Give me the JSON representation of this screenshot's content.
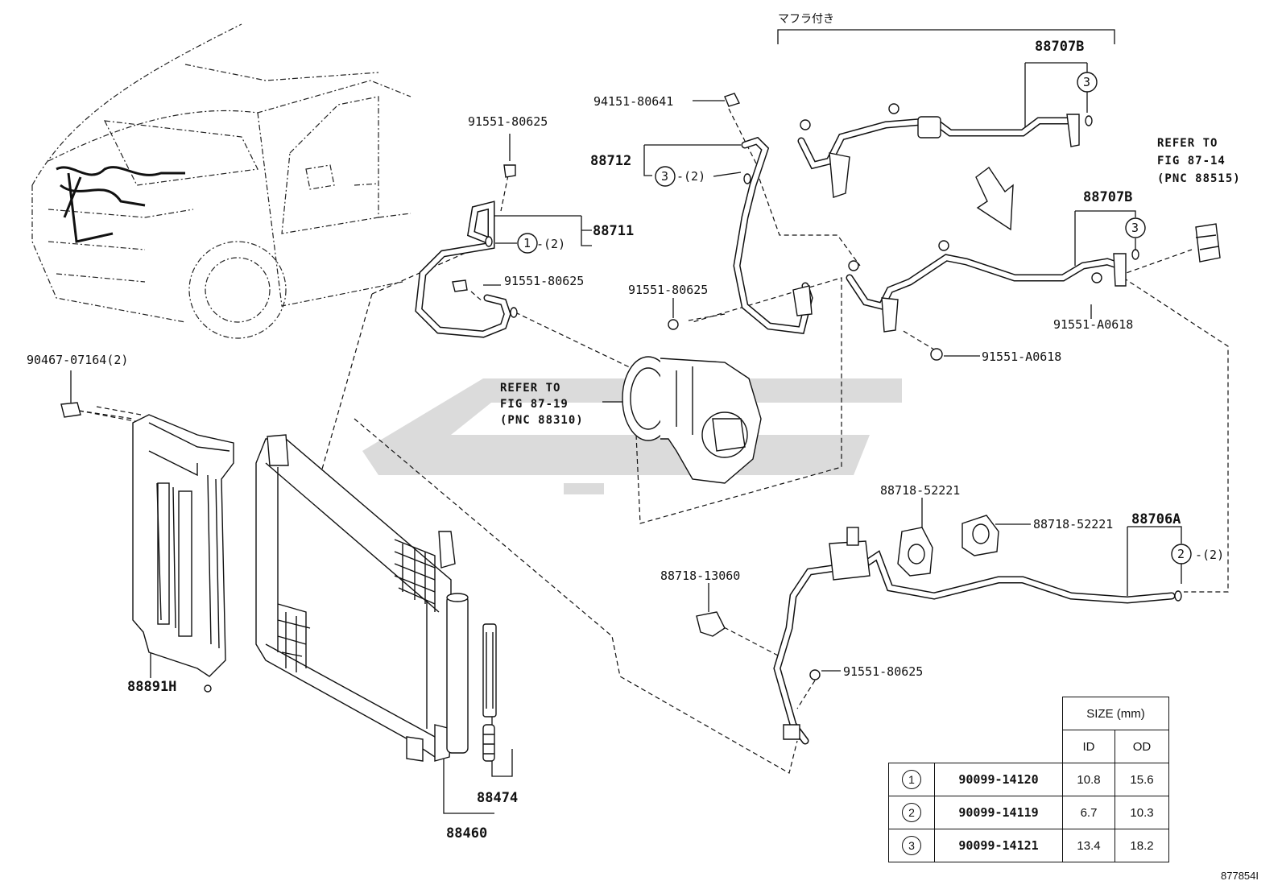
{
  "watermark_text": "",
  "labels": {
    "muffler_note": "マフラ付き",
    "p88707b_top": "88707B",
    "p88707b_mid": "88707B",
    "p94151": "94151-80641",
    "p88712": "88712",
    "o3_qty_88712": "-(2)",
    "p91551_top": "91551-80625",
    "p88711": "88711",
    "o1_qty": "-(2)",
    "p91551_mid": "91551-80625",
    "p91551_comp": "91551-80625",
    "p91551_a0618_a": "91551-A0618",
    "p91551_a0618_b": "91551-A0618",
    "ref_fig_87_14_l1": "REFER TO",
    "ref_fig_87_14_l2": "FIG 87-14",
    "ref_fig_87_14_l3": "(PNC 88515)",
    "ref_fig_87_19_l1": "REFER TO",
    "ref_fig_87_19_l2": "FIG 87-19",
    "ref_fig_87_19_l3": "(PNC 88310)",
    "p90467": "90467-07164(2)",
    "p88891h": "88891H",
    "p88474": "88474",
    "p88460": "88460",
    "p88718_52221_a": "88718-52221",
    "p88718_52221_b": "88718-52221",
    "p88706a": "88706A",
    "o2_qty": "-(2)",
    "p88718_13060": "88718-13060",
    "p91551_low": "91551-80625",
    "circle_1": "1",
    "circle_2": "2",
    "circle_3": "3"
  },
  "size_table": {
    "header": "SIZE (mm)",
    "col_id": "ID",
    "col_od": "OD",
    "rows": [
      {
        "mark": "1",
        "part": "90099-14120",
        "id": "10.8",
        "od": "15.6"
      },
      {
        "mark": "2",
        "part": "90099-14119",
        "id": "6.7",
        "od": "10.3"
      },
      {
        "mark": "3",
        "part": "90099-14121",
        "id": "13.4",
        "od": "18.2"
      }
    ]
  },
  "figure_number": "877854I"
}
